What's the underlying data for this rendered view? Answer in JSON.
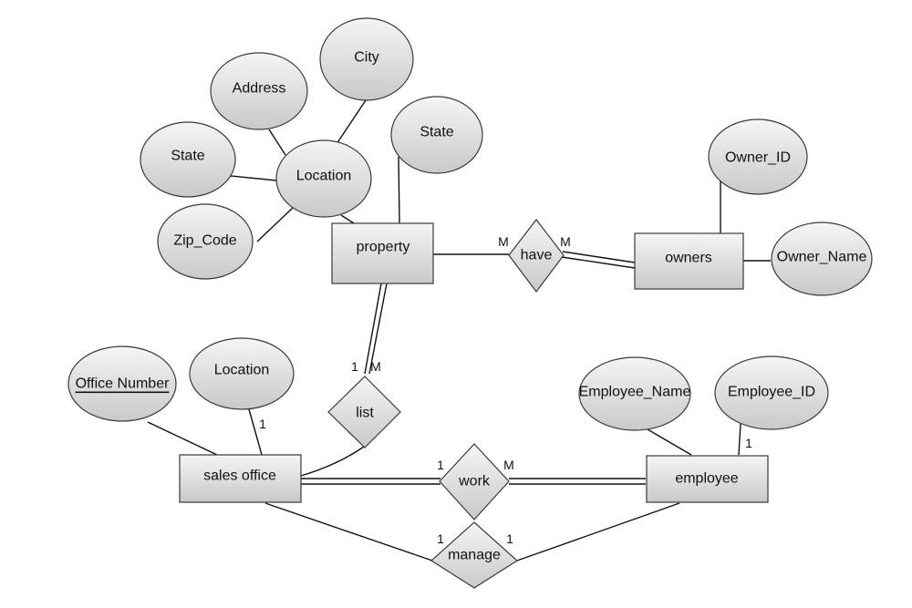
{
  "diagram": {
    "type": "entity-relationship",
    "colors": {
      "fill_light": "#f4f4f4",
      "fill_dark": "#c8c8c8",
      "stroke": "#3a3a3a",
      "line": "#111111"
    },
    "entities": {
      "property": "property",
      "owners": "owners",
      "sales_office": "sales office",
      "employee": "employee"
    },
    "relationships": {
      "have": "have",
      "list": "list",
      "work": "work",
      "manage": "manage"
    },
    "attributes": {
      "city": "City",
      "address": "Address",
      "state_location": "State",
      "location_property": "Location",
      "zip_code": "Zip_Code",
      "state_property": "State",
      "owner_id": "Owner_ID",
      "owner_name": "Owner_Name",
      "office_number": "Office Number",
      "location_office": "Location",
      "employee_name": "Employee_Name",
      "employee_id": "Employee_ID"
    },
    "cardinalities": {
      "have_property": "M",
      "have_owners": "M",
      "list_office": "1",
      "list_property": "M",
      "office_location": "1",
      "work_office": "1",
      "work_employee": "M",
      "manage_office": "1",
      "manage_employee": "1",
      "employee_id": "1"
    }
  }
}
